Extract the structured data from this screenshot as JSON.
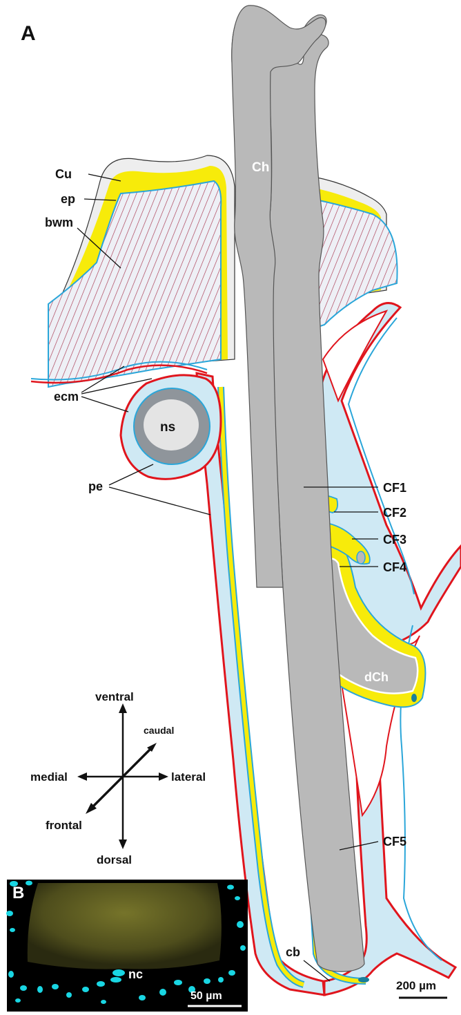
{
  "panels": {
    "a": {
      "letter": "A",
      "labels": {
        "chorda": "Ch",
        "cuticle": "Cu",
        "epidermis": "ep",
        "body_wall_muscle": "bwm",
        "extracellular_matrix": "ecm",
        "nerve_strand": "ns",
        "peritoneum": "pe",
        "diverticulum": "dCh",
        "cb": "cb",
        "cf1": "CF1",
        "cf2": "CF2",
        "cf3": "CF3",
        "cf4": "CF4",
        "cf5": "CF5"
      },
      "axes": {
        "ventral": "ventral",
        "caudal": "caudal",
        "medial": "medial",
        "lateral": "lateral",
        "frontal": "frontal",
        "dorsal": "dorsal"
      },
      "scale_bar": "200 µm"
    },
    "b": {
      "letter": "B",
      "label": "nc",
      "scale_bar": "50 µm"
    }
  },
  "colors": {
    "chorda": "#b9b9b9",
    "lumen": "#cfe9f4",
    "cell_outline": "#2aa6d9",
    "peritoneum": "#e0151d",
    "epidermis": "#f7eb0a",
    "cuticle": "#eeeeee",
    "muscle_hatch": "#a8364e",
    "nerve_dark": "#8f959b",
    "micrograph_bg": "#000000",
    "nuclei": "#19d6e3"
  }
}
